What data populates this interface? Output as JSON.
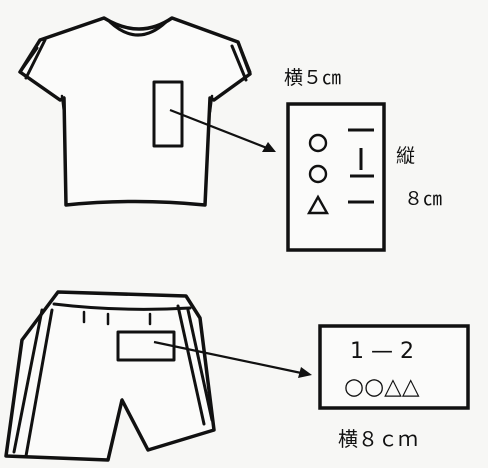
{
  "shirt": {
    "width_label": "横５㎝",
    "height_label": "縦",
    "height_value": "８㎝",
    "tag_symbols": [
      "○",
      "○",
      "△"
    ]
  },
  "shorts": {
    "tag_line1": "1 — 2",
    "tag_line2": "○○△△",
    "width_label": "横８ｃｍ"
  },
  "colors": {
    "ink": "#111111",
    "paper": "#f7f7f5"
  }
}
